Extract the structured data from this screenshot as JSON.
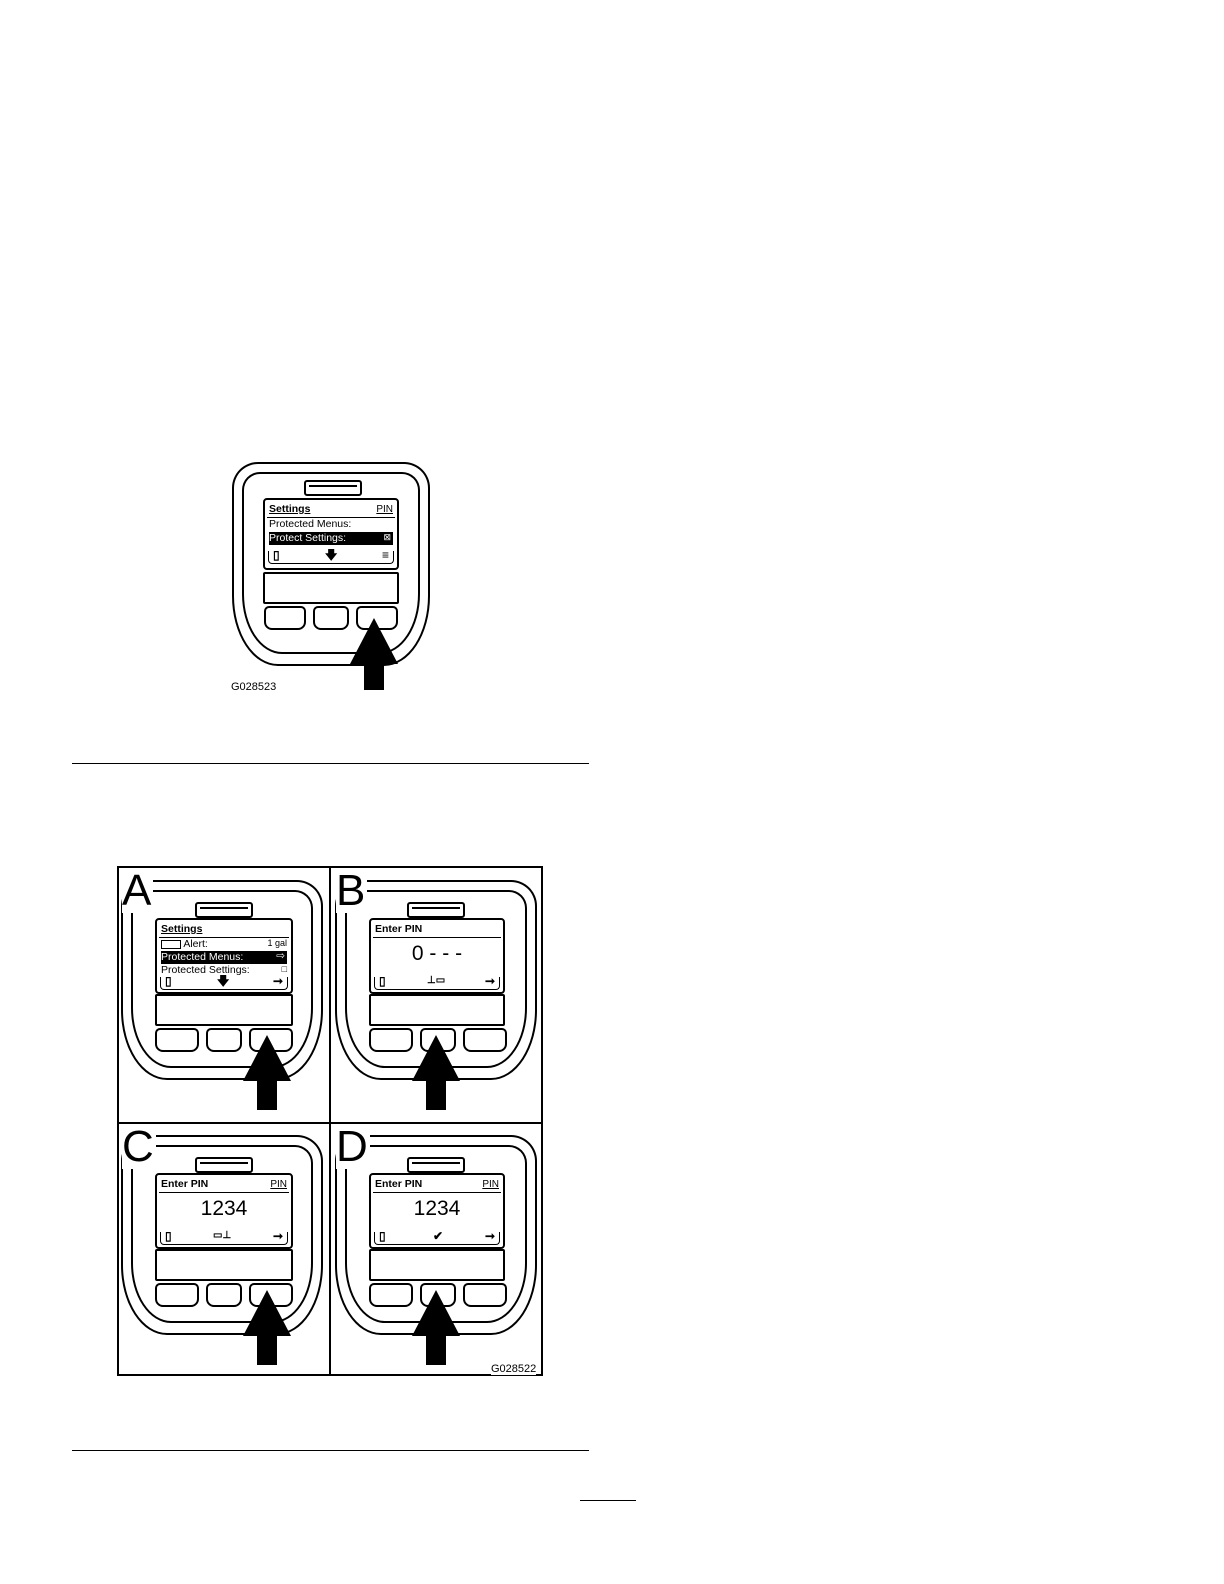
{
  "figure1": {
    "label": "G028523",
    "screen": {
      "title": "Settings",
      "badge": "PIN",
      "rows": [
        "Protected Menus:",
        "Protect Settings:"
      ],
      "checkbox_checked": "⊠",
      "softkeys": [
        "▯",
        "🡇",
        "≡"
      ]
    }
  },
  "figure2": {
    "label": "G028522",
    "panels": [
      {
        "letter": "A",
        "title": "Settings",
        "rows": [
          {
            "text": "Alert:",
            "value": "1 gal"
          },
          {
            "text": "Protected Menus:",
            "value": "⇨"
          },
          {
            "text": "Protected Settings:",
            "value": "□"
          }
        ],
        "softkeys": [
          "▯",
          "🡇",
          "➞"
        ]
      },
      {
        "letter": "B",
        "title": "Enter PIN",
        "badge": "",
        "value": "0 - - -",
        "softkeys": [
          "▯",
          "⊥▭",
          "➞"
        ]
      },
      {
        "letter": "C",
        "title": "Enter PIN",
        "badge": "PIN",
        "value": "1234",
        "softkeys": [
          "▯",
          "▭⊥",
          "➞"
        ]
      },
      {
        "letter": "D",
        "title": "Enter PIN",
        "badge": "PIN",
        "value": "1234",
        "softkeys": [
          "▯",
          "✔",
          "➞"
        ]
      }
    ]
  }
}
